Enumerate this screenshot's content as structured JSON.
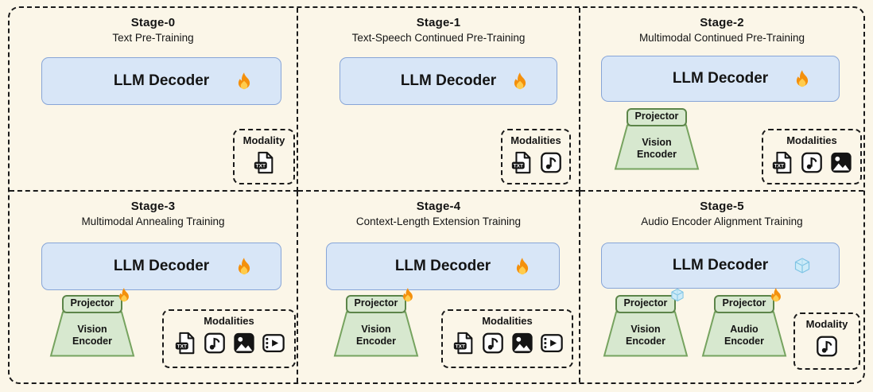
{
  "colors": {
    "background": "#FBF6E8",
    "llm_fill": "#D8E6F7",
    "llm_border": "#87A5D7",
    "encoder_fill": "#D7E8CF",
    "encoder_border": "#5C8549",
    "dashed_line": "#1a1a1a",
    "flame_orange": "#F4900C",
    "flame_yellow": "#FFCC4D",
    "ice_blue": "#CDEBF8"
  },
  "stages": [
    {
      "title": "Stage-0",
      "subtitle": "Text Pre-Training",
      "llm": {
        "label": "LLM Decoder",
        "state": "trainable"
      },
      "encoders": [],
      "modality": {
        "label": "Modality",
        "icons": [
          "txt-doc-icon"
        ]
      }
    },
    {
      "title": "Stage-1",
      "subtitle": "Text-Speech Continued Pre-Training",
      "llm": {
        "label": "LLM Decoder",
        "state": "trainable"
      },
      "encoders": [],
      "modality": {
        "label": "Modalities",
        "icons": [
          "txt-doc-icon",
          "music-note-icon"
        ]
      }
    },
    {
      "title": "Stage-2",
      "subtitle": "Multimodal Continued Pre-Training",
      "llm": {
        "label": "LLM Decoder",
        "state": "trainable"
      },
      "encoders": [
        {
          "projector_label": "Projector",
          "encoder_label": "Vision Encoder",
          "state": "none"
        }
      ],
      "modality": {
        "label": "Modalities",
        "icons": [
          "txt-doc-icon",
          "music-note-icon",
          "image-icon"
        ]
      }
    },
    {
      "title": "Stage-3",
      "subtitle": "Multimodal Annealing Training",
      "llm": {
        "label": "LLM Decoder",
        "state": "trainable"
      },
      "encoders": [
        {
          "projector_label": "Projector",
          "encoder_label": "Vision Encoder",
          "state": "trainable"
        }
      ],
      "modality": {
        "label": "Modalities",
        "icons": [
          "txt-doc-icon",
          "music-note-icon",
          "image-icon",
          "video-icon"
        ]
      }
    },
    {
      "title": "Stage-4",
      "subtitle": "Context-Length Extension Training",
      "llm": {
        "label": "LLM Decoder",
        "state": "trainable"
      },
      "encoders": [
        {
          "projector_label": "Projector",
          "encoder_label": "Vision Encoder",
          "state": "trainable"
        }
      ],
      "modality": {
        "label": "Modalities",
        "icons": [
          "txt-doc-icon",
          "music-note-icon",
          "image-icon",
          "video-icon"
        ]
      }
    },
    {
      "title": "Stage-5",
      "subtitle": "Audio Encoder Alignment Training",
      "llm": {
        "label": "LLM Decoder",
        "state": "frozen"
      },
      "encoders": [
        {
          "projector_label": "Projector",
          "encoder_label": "Vision Encoder",
          "state": "frozen"
        },
        {
          "projector_label": "Projector",
          "encoder_label": "Audio Encoder",
          "state": "trainable"
        }
      ],
      "modality": {
        "label": "Modality",
        "icons": [
          "music-note-icon"
        ]
      }
    }
  ],
  "legend": {
    "trainable_marker": "flame-icon",
    "frozen_marker": "ice-icon"
  }
}
